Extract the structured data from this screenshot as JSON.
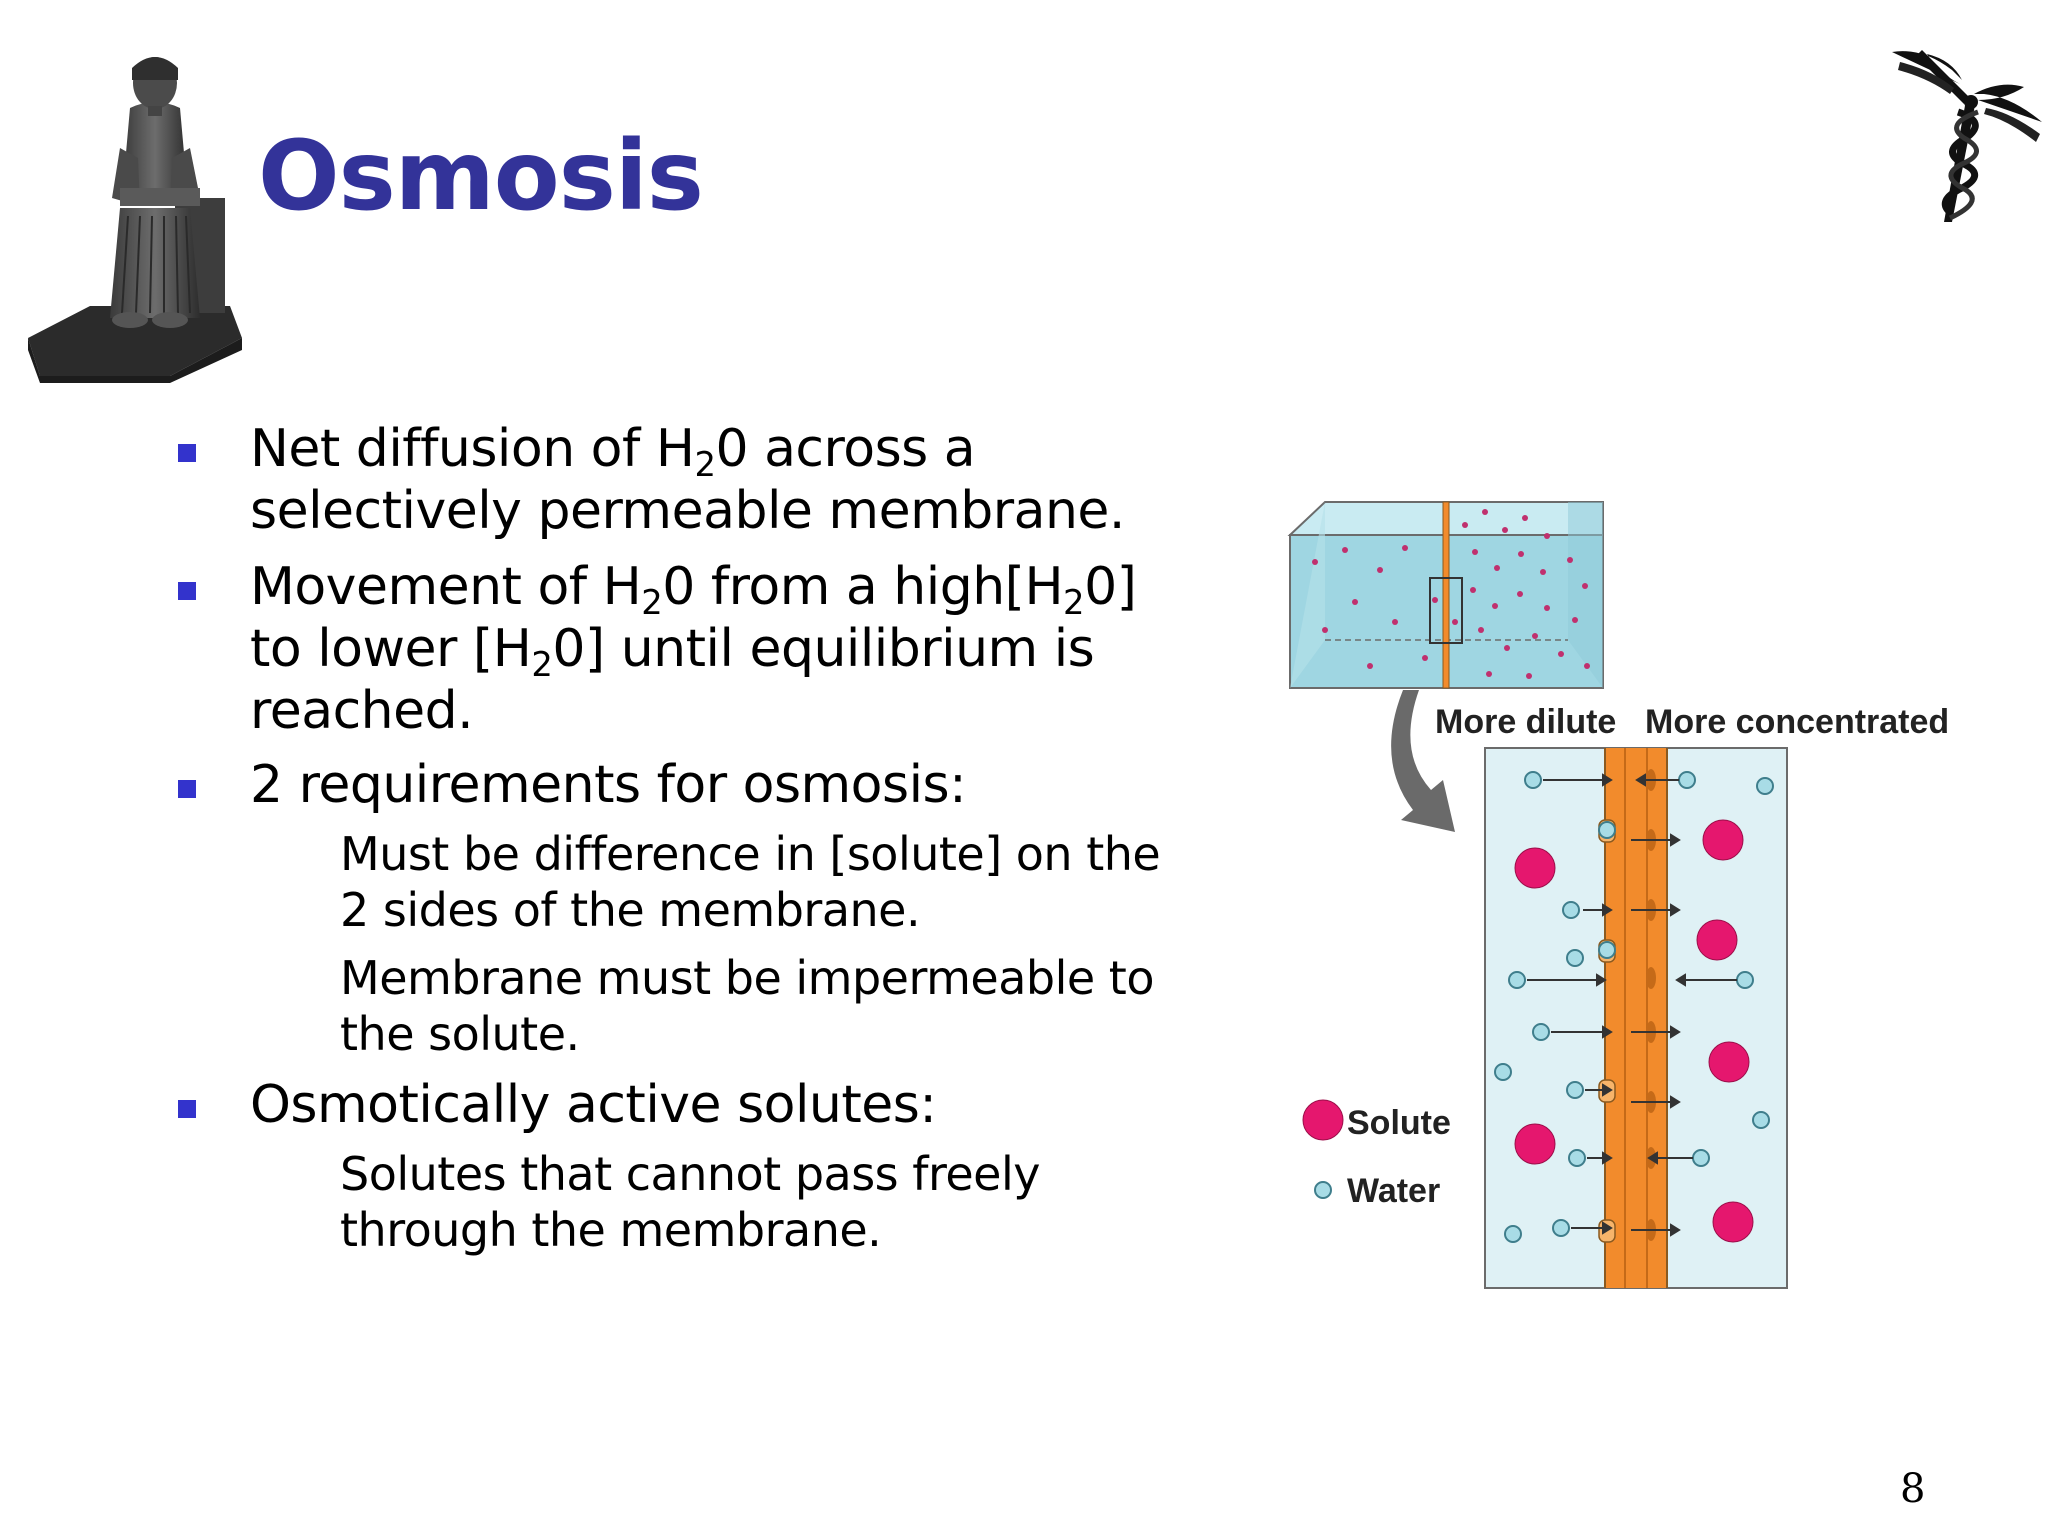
{
  "slide": {
    "title": "Osmosis",
    "page_number": "8"
  },
  "bullets": [
    {
      "level": 1,
      "lines": [
        "Net diffusion of H",
        "2",
        "0 across a",
        "selectively permeable membrane."
      ]
    },
    {
      "level": 1,
      "text_parts": [
        "Movement of H",
        "2",
        "0 from  a high[H",
        "2",
        "0]",
        "to lower [H",
        "2",
        "0] until equilibrium is",
        "reached."
      ]
    },
    {
      "level": 1,
      "text": "2 requirements for osmosis:"
    },
    {
      "level": 2,
      "lines": [
        "Must be difference in [solute] on the",
        "2 sides of the membrane."
      ]
    },
    {
      "level": 2,
      "lines": [
        "Membrane must be impermeable to",
        "the solute."
      ]
    },
    {
      "level": 1,
      "text": "Osmotically active solutes:"
    },
    {
      "level": 2,
      "lines": [
        "Solutes that cannot pass freely",
        "through the membrane."
      ]
    }
  ],
  "diagram": {
    "label_left": "More dilute",
    "label_right": "More concentrated",
    "legend_solute": "Solute",
    "legend_water": "Water",
    "colors": {
      "solute": "#e5176e",
      "water": "#a8dce6",
      "membrane": "#f28b2c",
      "panel_bg": "#dff1f5",
      "tank_water": "#9fd6e2"
    }
  },
  "colors": {
    "title": "#333399",
    "bullet_level1": "#3333cc",
    "bullet_level2": "#e8141c"
  }
}
